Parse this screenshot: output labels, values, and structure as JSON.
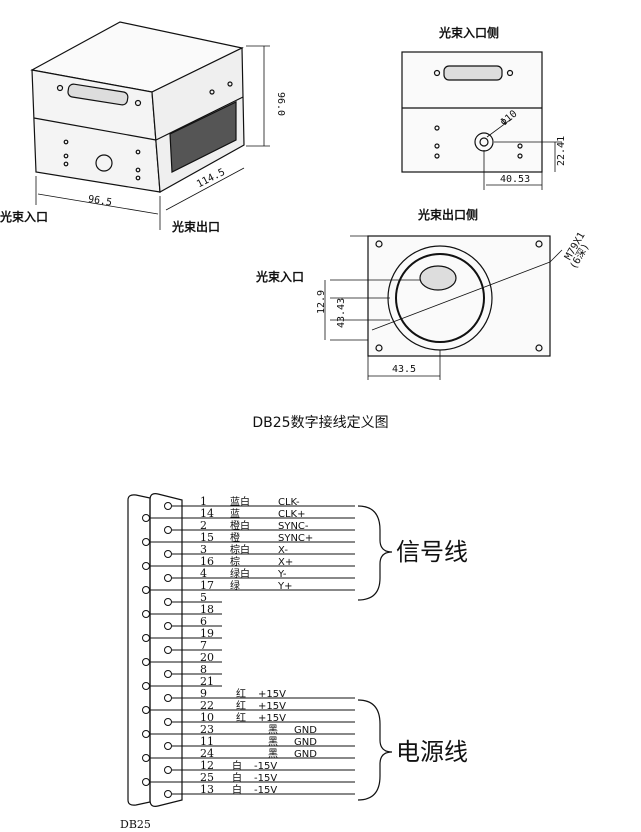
{
  "labels": {
    "front_view_beam_in": "光束入口",
    "front_view_beam_out": "光束出口",
    "top_view_title": "光束入口侧",
    "bottom_view_title": "光束出口侧",
    "bottom_view_beam_in": "光束入口"
  },
  "dimensions": {
    "width": "96.5",
    "depth": "114.5",
    "height": "96.0",
    "hole_dia": "Φ10",
    "offset_y": "22.41",
    "offset_x": "40.53",
    "thread": "M79X1",
    "thread_note": "(6深)",
    "d_12_9": "12.9",
    "d_43_43": "43.43",
    "d_43_5": "43.5"
  },
  "heading": "DB25数字接线定义图",
  "connector_label": "DB25",
  "pins": [
    {
      "num": "1",
      "color": "蓝白",
      "signal": "CLK-"
    },
    {
      "num": "14",
      "color": "蓝",
      "signal": "CLK+"
    },
    {
      "num": "2",
      "color": "橙白",
      "signal": "SYNC-"
    },
    {
      "num": "15",
      "color": "橙",
      "signal": "SYNC+"
    },
    {
      "num": "3",
      "color": "棕白",
      "signal": "X-"
    },
    {
      "num": "16",
      "color": "棕",
      "signal": "X+"
    },
    {
      "num": "4",
      "color": "绿白",
      "signal": "Y-"
    },
    {
      "num": "17",
      "color": "绿",
      "signal": "Y+"
    },
    {
      "num": "5",
      "color": "",
      "signal": ""
    },
    {
      "num": "18",
      "color": "",
      "signal": ""
    },
    {
      "num": "6",
      "color": "",
      "signal": ""
    },
    {
      "num": "19",
      "color": "",
      "signal": ""
    },
    {
      "num": "7",
      "color": "",
      "signal": ""
    },
    {
      "num": "20",
      "color": "",
      "signal": ""
    },
    {
      "num": "8",
      "color": "",
      "signal": ""
    },
    {
      "num": "21",
      "color": "",
      "signal": ""
    },
    {
      "num": "9",
      "color": "红",
      "signal": "+15V"
    },
    {
      "num": "22",
      "color": "红",
      "signal": "+15V"
    },
    {
      "num": "10",
      "color": "红",
      "signal": "+15V"
    },
    {
      "num": "23",
      "color": "黑",
      "signal": "GND"
    },
    {
      "num": "11",
      "color": "黑",
      "signal": "GND"
    },
    {
      "num": "24",
      "color": "黑",
      "signal": "GND"
    },
    {
      "num": "12",
      "color": "白",
      "signal": "-15V"
    },
    {
      "num": "25",
      "color": "白",
      "signal": "-15V"
    },
    {
      "num": "13",
      "color": "白",
      "signal": "-15V"
    }
  ],
  "groups": {
    "signal": "信号线",
    "power": "电源线"
  }
}
